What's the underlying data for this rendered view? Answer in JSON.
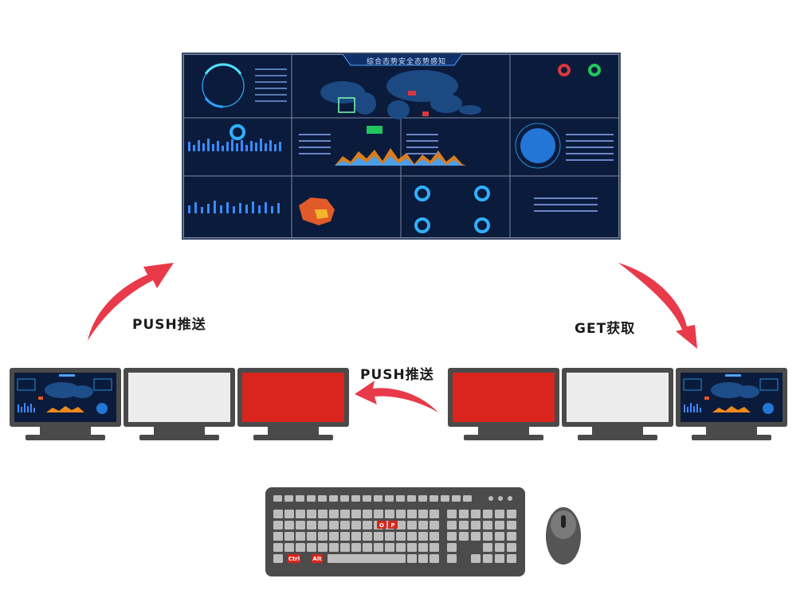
{
  "labels": {
    "push_top": "PUSH推送",
    "get_top": "GET获取",
    "push_middle": "PUSH推送"
  },
  "wall": {
    "title": "综合态势安全态势感知"
  },
  "keyboard": {
    "keys_highlighted": [
      "Ctrl",
      "Alt",
      "O",
      "P"
    ]
  },
  "colors": {
    "arrow": "#e83a4a",
    "monitor_red": "#d9251d",
    "monitor_white": "#ececec",
    "monitor_frame": "#4a4a4a",
    "wall_bg": "#0b1b3c"
  }
}
